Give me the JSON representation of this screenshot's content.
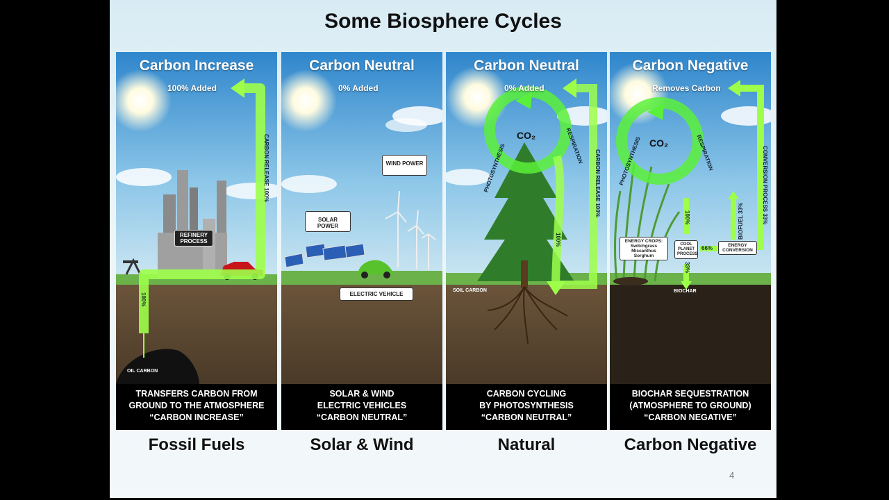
{
  "slide": {
    "title": "Some Biosphere Cycles",
    "page_number": "4"
  },
  "panels": [
    {
      "heading": "Carbon Increase",
      "added": "100% Added",
      "labels": {
        "process": "REFINERY PROCESS",
        "release": "CARBON RELEASE 100%",
        "down": "100%",
        "ground": "OIL CARBON"
      },
      "caption": [
        "TRANSFERS CARBON FROM",
        "GROUND TO THE ATMOSPHERE",
        "“CARBON INCREASE”"
      ],
      "footer": "Fossil Fuels"
    },
    {
      "heading": "Carbon Neutral",
      "added": "0% Added",
      "labels": {
        "wind": "WIND POWER",
        "solar": "SOLAR POWER",
        "ev": "ELECTRIC VEHICLE"
      },
      "caption": [
        "SOLAR & WIND",
        "ELECTRIC VEHICLES",
        "“CARBON NEUTRAL”"
      ],
      "footer": "Solar & Wind"
    },
    {
      "heading": "Carbon Neutral",
      "added": "0% Added",
      "labels": {
        "co2": "CO₂",
        "photo": "PHOTOSYNTHESIS",
        "resp": "RESPIRATION",
        "release": "CARBON RELEASE 100%",
        "down": "100%",
        "ground": "SOIL CARBON"
      },
      "caption": [
        "CARBON CYCLING",
        "BY PHOTOSYNTHESIS",
        "“CARBON NEUTRAL”"
      ],
      "footer": "Natural"
    },
    {
      "heading": "Carbon Negative",
      "added": "Removes Carbon",
      "labels": {
        "co2": "CO₂",
        "photo": "PHOTOSYNTHESIS",
        "resp": "RESPIRATION",
        "conversion": "CONVERSION PROCESS 33%",
        "biofuel": "BIOFUEL 33%",
        "crops": "ENERGY CROPS: Switchgrass Miscanthus Sorghum",
        "cool": "COOL PLANET PROCESS",
        "energy": "ENERGY CONVERSION",
        "p100": "100%",
        "p66": "66%",
        "p33": "33%",
        "biochar": "BIOCHAR"
      },
      "caption": [
        "BIOCHAR SEQUESTRATION",
        "(ATMOSPHERE TO GROUND)",
        "“CARBON NEGATIVE”"
      ],
      "footer": "Carbon Negative"
    }
  ],
  "colors": {
    "arrow": "#7dff3a",
    "sky_top": "#3d8fd0",
    "soil": "#5e4a33",
    "grass": "#6bb24a"
  }
}
